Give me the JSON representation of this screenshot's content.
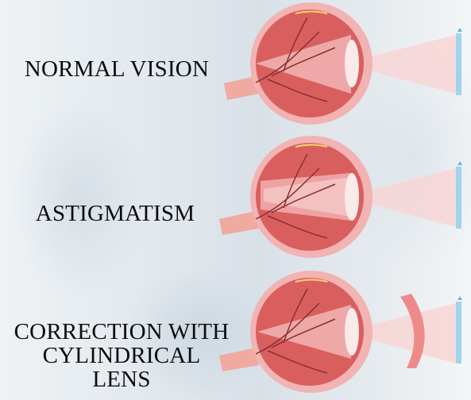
{
  "labels": {
    "normal_vision": "NORMAL VISION",
    "astigmatism": "ASTIGMATISM",
    "correction_line1": "CORRECTION WITH",
    "correction_line2": "CYLINDRICAL",
    "correction_line3": "LENS"
  },
  "colors": {
    "eye_outer": "#f2b3b3",
    "eye_inner": "#d95f5f",
    "lens": "#fbeaea",
    "light_beam": "#f9d3d3",
    "screen": "#9fd3ee",
    "corrective_lens": "#ef8a8a",
    "text": "#0d0d0d"
  }
}
